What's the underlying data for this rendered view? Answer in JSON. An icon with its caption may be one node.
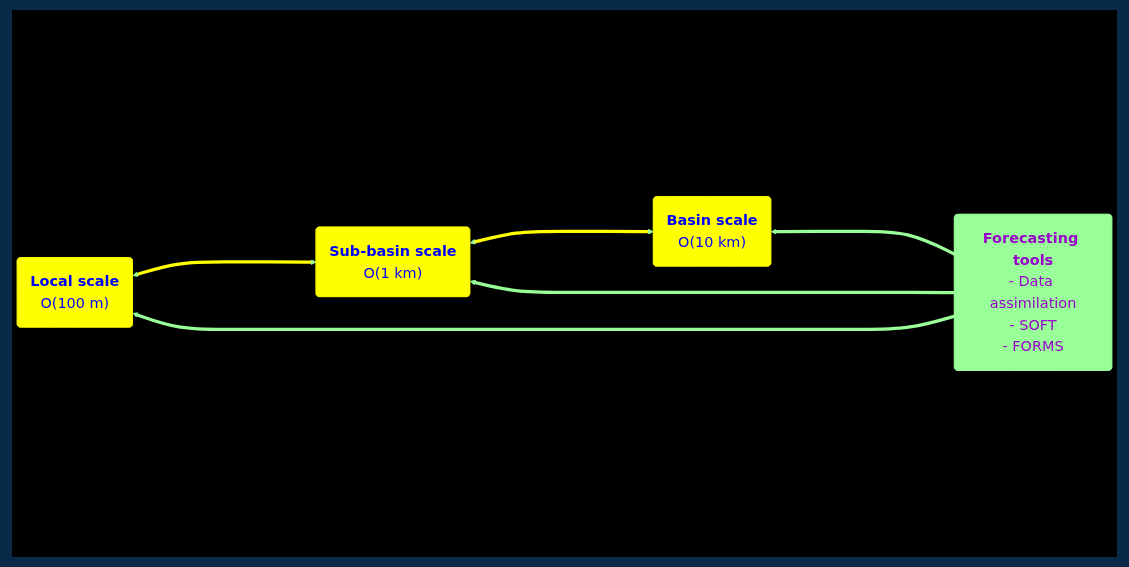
{
  "diagram": {
    "nodes": [
      {
        "text": [
          "Basin scale",
          "O(10 km)"
        ]
      },
      {
        "text": [
          "Sub-basin scale",
          "O(1 km)"
        ]
      },
      {
        "text": [
          "Local scale",
          "O(100 m)"
        ]
      },
      {
        "text": [
          "Forecasting tools",
          "- Data assimilation",
          "- SOFT",
          "- FORMS"
        ]
      }
    ],
    "edges": [
      {
        "from": 0,
        "to": 1,
        "arrow": "both",
        "color": "#ffff00"
      },
      {
        "from": 1,
        "to": 2,
        "arrow": "both",
        "color": "#ffff00"
      },
      {
        "from": 3,
        "to": 0,
        "arrow": "to"
      },
      {
        "from": 3,
        "to": 1,
        "arrow": "to"
      },
      {
        "from": 3,
        "to": 2,
        "arrow": "to"
      }
    ]
  }
}
